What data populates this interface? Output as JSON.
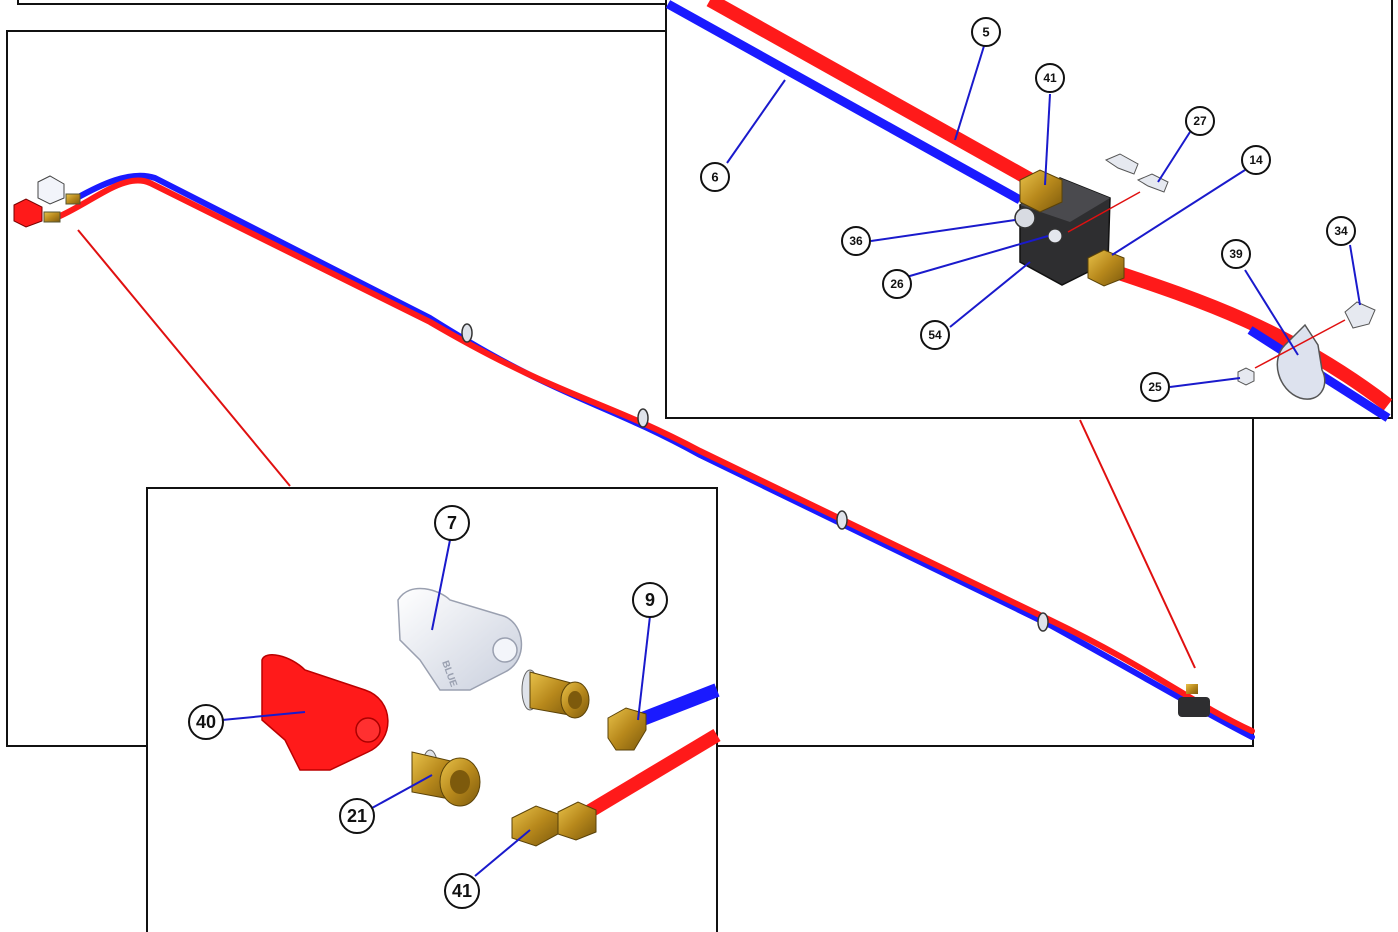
{
  "diagram": {
    "colors": {
      "supply_line": "#ff1a1a",
      "control_line": "#1a1aff",
      "leader_line": "#1a1acc",
      "detail_link": "#e01010",
      "brass": "#c9a02a",
      "block_body": "#2e2e30"
    },
    "callouts": {
      "c5": "5",
      "c6": "6",
      "c41a": "41",
      "c27": "27",
      "c14": "14",
      "c36": "36",
      "c26": "26",
      "c54": "54",
      "c39": "39",
      "c34": "34",
      "c25": "25",
      "c7": "7",
      "c9": "9",
      "c40": "40",
      "c21": "21",
      "c41b": "41"
    },
    "part_labels": {
      "blue_coupling_text": "BLUE"
    }
  }
}
